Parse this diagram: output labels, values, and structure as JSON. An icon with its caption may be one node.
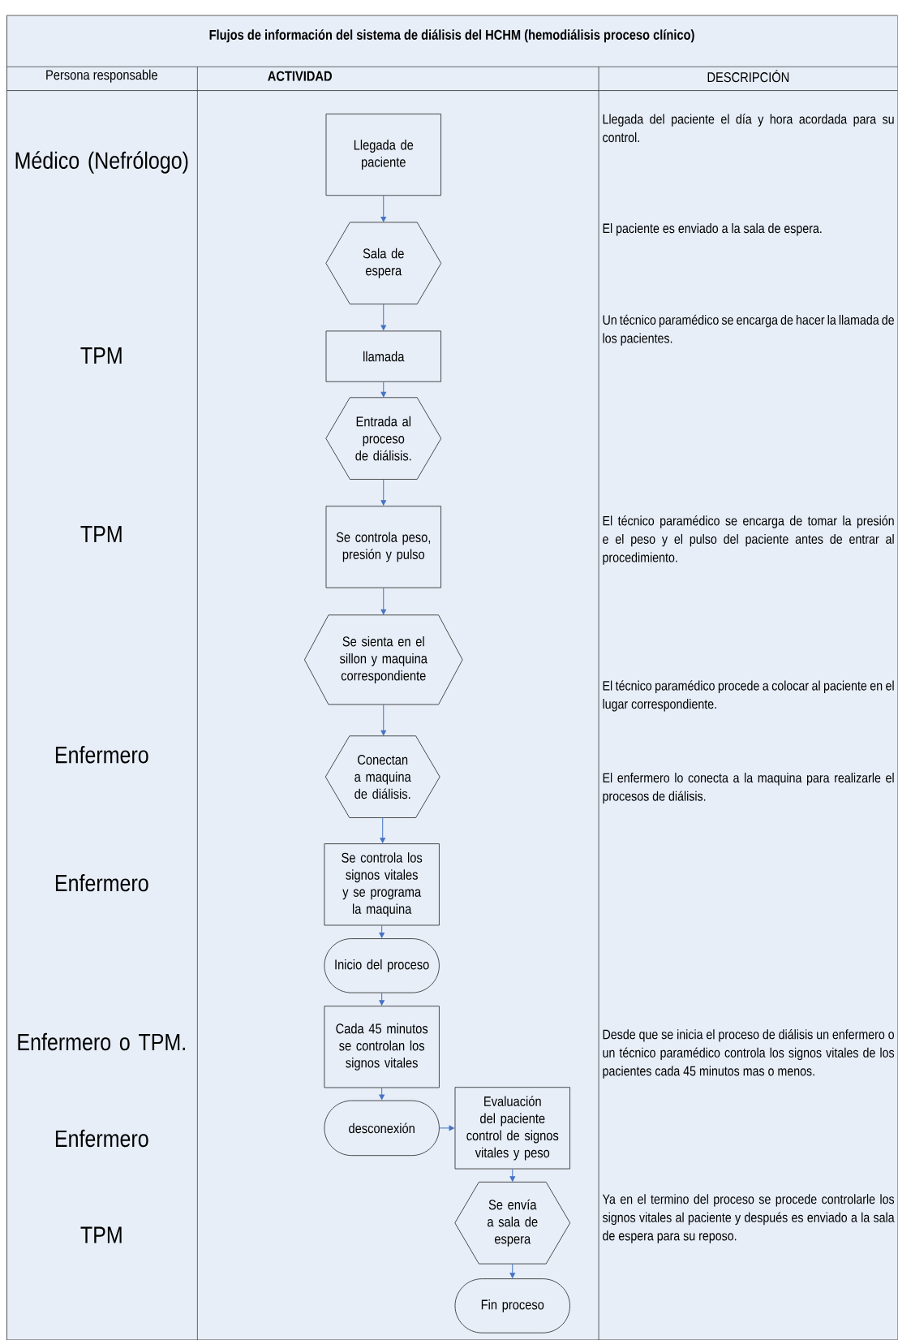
{
  "diagram": {
    "title": "Flujos de información del sistema de diálisis del HCHM (hemodiálisis proceso clínico)",
    "nodes": [
      {
        "text": [
          "Llegada de paciente"
        ]
      },
      {
        "text": [
          "Sala de espera"
        ]
      },
      {
        "text": [
          "llamada"
        ]
      },
      {
        "text": [
          "Entrada al proceso de diálisis."
        ]
      },
      {
        "text": [
          "Se controla peso, presión y pulso"
        ]
      },
      {
        "text": [
          "Se sienta en el sillon y maquina correspondiente"
        ]
      },
      {
        "text": [
          "Conectan a maquina de diálisis."
        ]
      },
      {
        "text": [
          "Se controla los signos vitales y se programa la maquina"
        ]
      },
      {
        "text": [
          "Inicio del proceso"
        ]
      },
      {
        "text": [
          "Cada 45 minutos se controlan los signos vitales"
        ]
      },
      {
        "text": [
          "desconexión"
        ]
      },
      {
        "text": [
          "Evaluación del paciente control de signos vitales y peso"
        ]
      },
      {
        "text": [
          "Se envía a sala de espera"
        ]
      },
      {
        "text": [
          "Fin proceso"
        ]
      }
    ],
    "edges": [
      {
        "from": 0,
        "to": 1,
        "arrow": "to"
      },
      {
        "from": 1,
        "to": 2,
        "arrow": "to"
      },
      {
        "from": 2,
        "to": 3,
        "arrow": "to"
      },
      {
        "from": 3,
        "to": 4,
        "arrow": "to"
      },
      {
        "from": 4,
        "to": 5,
        "arrow": "to"
      },
      {
        "from": 5,
        "to": 6,
        "arrow": "to"
      },
      {
        "from": 6,
        "to": 7,
        "arrow": "to"
      },
      {
        "from": 7,
        "to": 8,
        "arrow": "to"
      },
      {
        "from": 8,
        "to": 9,
        "arrow": "to"
      },
      {
        "from": 9,
        "to": 10,
        "arrow": "to"
      },
      {
        "from": 10,
        "to": 11,
        "arrow": "to"
      },
      {
        "from": 11,
        "to": 12,
        "arrow": "to"
      },
      {
        "from": 12,
        "to": 13,
        "arrow": "to"
      }
    ],
    "labels": [
      "Persona responsable",
      "ACTIVIDAD",
      "DESCRIPCIÓN",
      "Médico (Nefrólogo)",
      "Llegada del paciente el día y hora acordada para su control.",
      "El paciente es enviado a la sala de espera.",
      "TPM",
      "Un técnico paramédico se encarga de hacer la llamada de los pacientes.",
      "TPM",
      "El técnico paramédico se encarga de tomar la presión e el peso y el pulso del paciente antes de entrar al procedimiento.",
      "El técnico paramédico procede a colocar al paciente en el lugar correspondiente.",
      "Enfermero",
      "El enfermero lo conecta a la maquina para realizarle el procesos de diálisis.",
      "Enfermero",
      "Enfermero o TPM.",
      "Desde que se inicia el proceso de diálisis un enfermero o un técnico paramédico controla los signos vitales de los pacientes cada 45 minutos mas o menos.",
      "Enfermero",
      "TPM",
      "Ya en el termino del proceso se procede controlarle los signos vitales al paciente y después es enviado a la sala de espera para su reposo."
    ]
  }
}
